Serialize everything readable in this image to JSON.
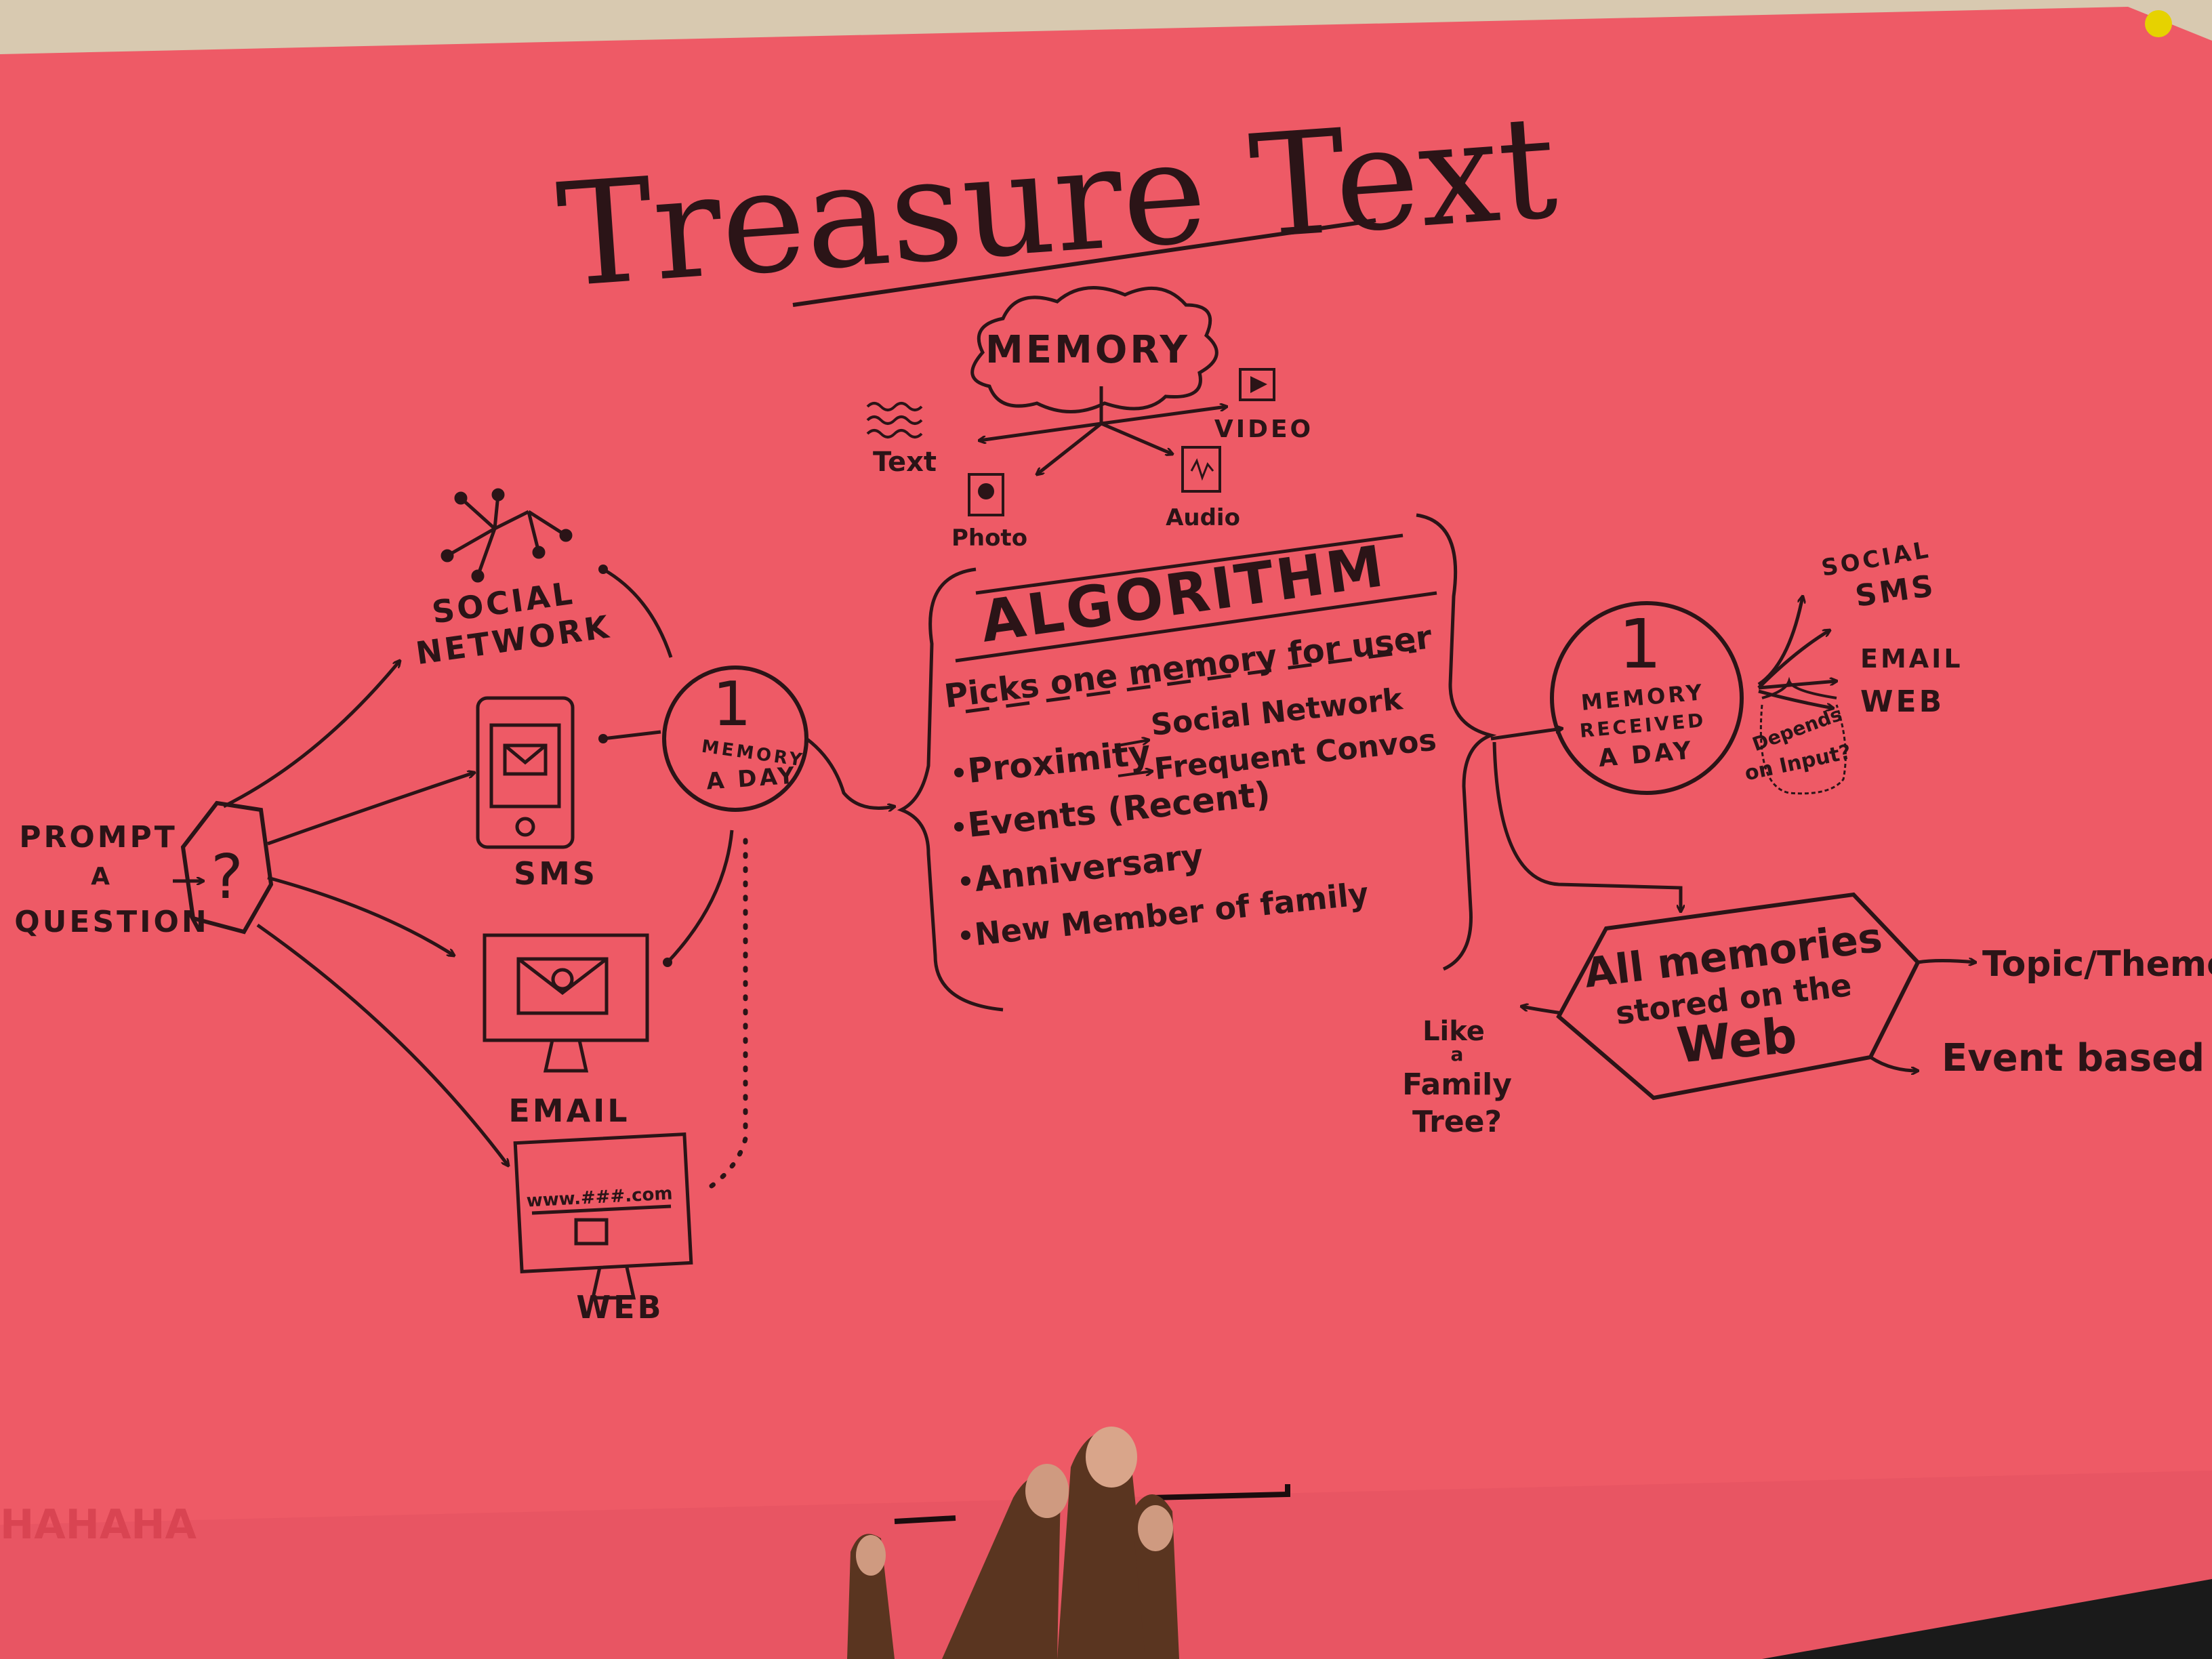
{
  "poster": {
    "title": "Treasure Text",
    "colors": {
      "paper": "#ee5a66",
      "ink": "#2b1417",
      "table": "#1a1a1a",
      "skin": "#5a3520"
    },
    "memory": {
      "cloud": "MEMORY",
      "types": {
        "text": "Text",
        "video": "VIDEO",
        "photo": "Photo",
        "audio": "Audio"
      }
    },
    "prompt": {
      "line1": "PROMPT",
      "line2": "A",
      "line3": "QUESTION",
      "symbol": "?"
    },
    "channels": {
      "social": [
        "SOCIAL",
        "NETWORK"
      ],
      "sms": "SMS",
      "email": "EMAIL",
      "web": "WEB",
      "web_url": "www.###.com"
    },
    "one_memory": {
      "number": "1",
      "line1": "MEMORY",
      "line2": "A DAY"
    },
    "algorithm": {
      "heading": "ALGORITHM",
      "subheading": "Picks one memory for user",
      "bullets": [
        "Proximity",
        "Events (Recent)",
        "Anniversary",
        "New Member of family"
      ],
      "proximity_sub": [
        "Social Network",
        "Frequent Convos"
      ]
    },
    "received": {
      "number": "1",
      "line1": "MEMORY",
      "line2": "RECEIVED",
      "line3": "A DAY",
      "outputs": [
        "SOCIAL",
        "SMS",
        "EMAIL",
        "WEB"
      ],
      "note": [
        "Depends",
        "on Input?"
      ]
    },
    "stored": {
      "lines": [
        "All memories",
        "stored on the",
        "Web"
      ],
      "left_note": [
        "Like",
        "a",
        "Family",
        "Tree?"
      ],
      "right_outputs": [
        "Topic/Theme",
        "Event based"
      ]
    },
    "corner_scribble": "HAHAHA"
  }
}
